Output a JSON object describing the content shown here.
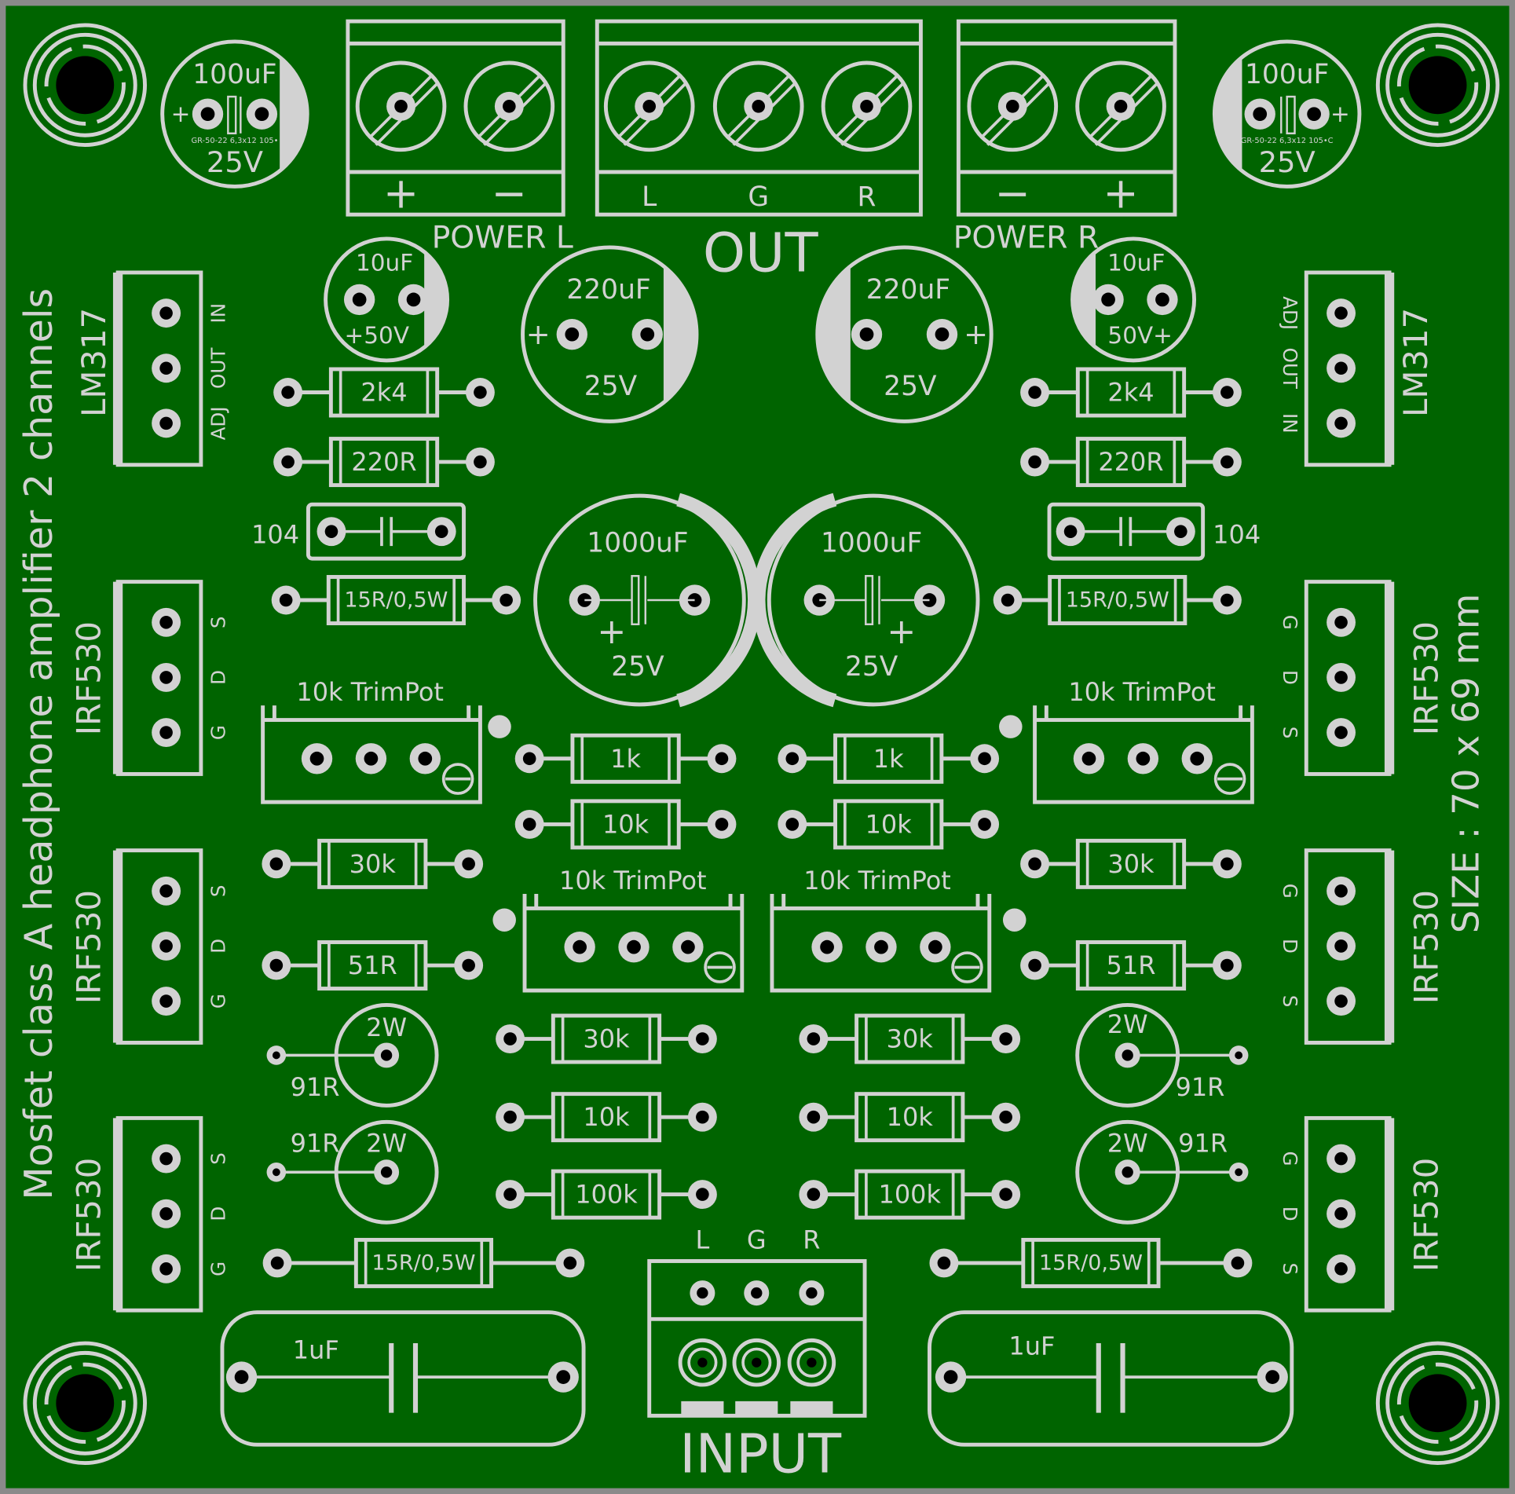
{
  "board": {
    "title": "Mosfet class A headphone amplifier 2 channels",
    "size": "SIZE : 70 x 69 mm"
  },
  "colors": {
    "pcb": "#006400",
    "silk": "#d2d2d2",
    "border": "#8a8a8a",
    "hole": "#000000"
  },
  "connectors": {
    "power_l": {
      "label": "POWER L",
      "pins": [
        "+",
        "−"
      ]
    },
    "out": {
      "label": "OUT",
      "pins": [
        "L",
        "G",
        "R"
      ]
    },
    "power_r": {
      "label": "POWER R",
      "pins": [
        "−",
        "+"
      ]
    },
    "input": {
      "label": "INPUT",
      "pins": [
        "L",
        "G",
        "R"
      ]
    }
  },
  "caps": {
    "c100_value": "100uF",
    "c100_voltage": "25V",
    "c100_polarity": "+",
    "c100_left_spec": "GR-50-22 6,3x12 105•",
    "c100_right_spec": "GR-50-22 6,3x12 105•C",
    "c10_value": "10uF",
    "c10_left_voltage": "+50V",
    "c10_right_voltage": "50V+",
    "c220_value": "220uF",
    "c220_voltage": "25V",
    "c220_polarity": "+",
    "c1000_value": "1000uF",
    "c1000_voltage": "25V",
    "c1000_polarity": "+",
    "c104": "104",
    "c1u": "1uF"
  },
  "resistors": {
    "r2k4": "2k4",
    "r220": "220R",
    "r15": "15R/0,5W",
    "r1k": "1k",
    "r10k": "10k",
    "r30k": "30k",
    "r51": "51R",
    "r100k": "100k",
    "r91": "91R",
    "r91_power": "2W"
  },
  "trimpot": "10k TrimPot",
  "lm317": {
    "name": "LM317",
    "pins": [
      "ADJ",
      "OUT",
      "IN"
    ]
  },
  "irf530": {
    "name": "IRF530",
    "pins": [
      "S",
      "D",
      "G"
    ]
  }
}
